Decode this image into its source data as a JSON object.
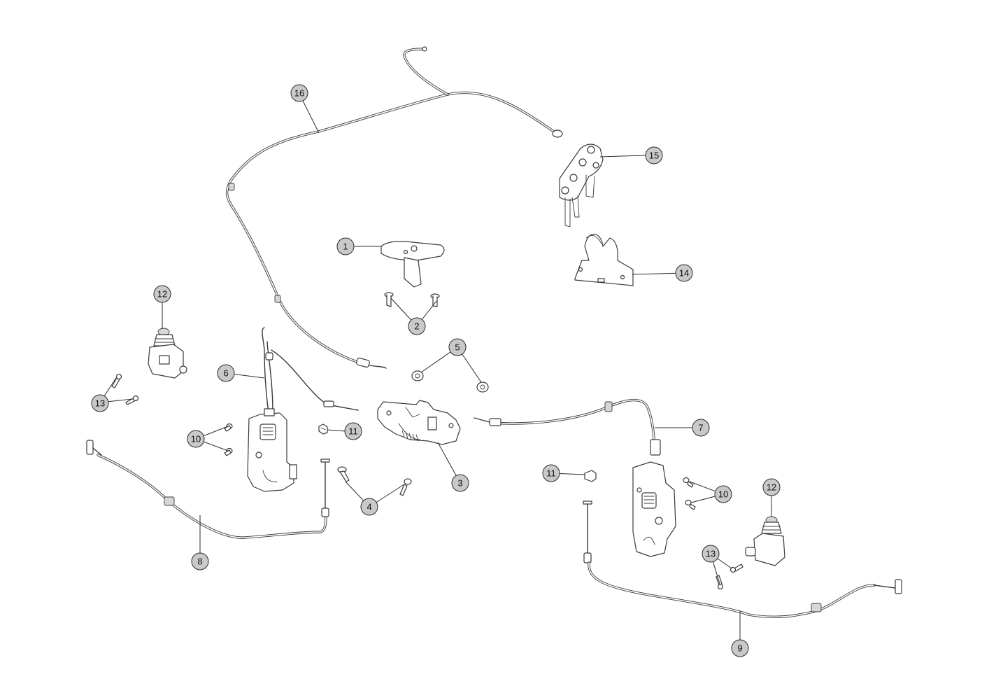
{
  "colors": {
    "background": "#ffffff",
    "line": "#3a3a3a",
    "callout_fill": "#c9c9c9",
    "callout_text": "#111111"
  },
  "callouts": {
    "c1": "1",
    "c2": "2",
    "c3": "3",
    "c4": "4",
    "c5": "5",
    "c6": "6",
    "c7": "7",
    "c8": "8",
    "c9": "9",
    "c10_left": "10",
    "c10_right": "10",
    "c11_left": "11",
    "c11_right": "11",
    "c12_left": "12",
    "c12_right": "12",
    "c13_left": "13",
    "c13_right": "13",
    "c14": "14",
    "c15": "15",
    "c16": "16"
  }
}
